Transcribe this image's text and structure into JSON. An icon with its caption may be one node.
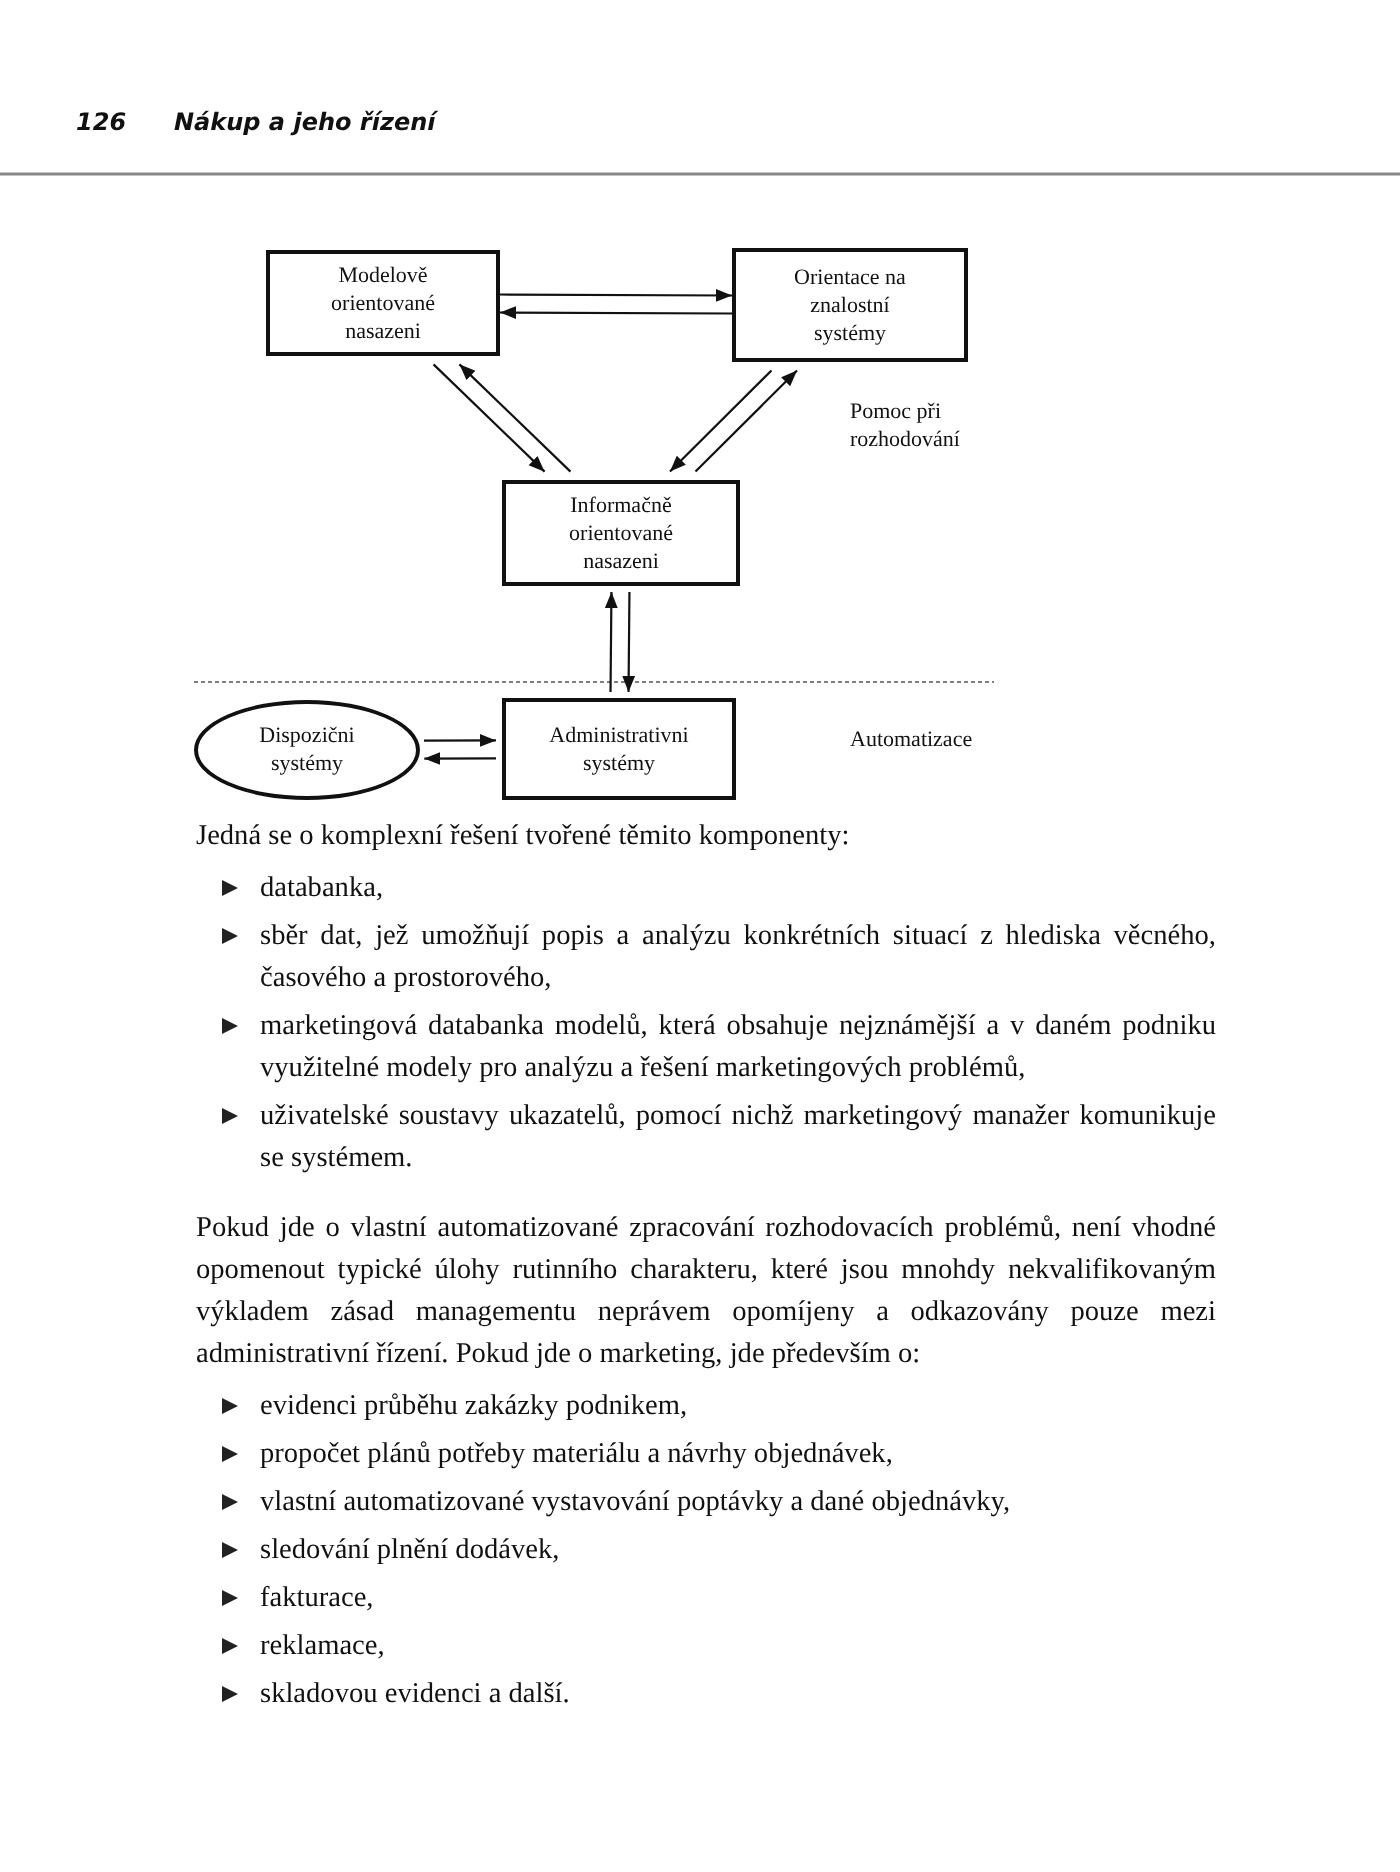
{
  "diagram": {
    "nodes": [
      {
        "text": [
          "Modelově orientované nasazeni"
        ]
      },
      {
        "text": [
          "Orientace na znalostní systémy"
        ]
      },
      {
        "text": [
          "Informačně orientované nasazeni"
        ]
      },
      {
        "text": [
          "Dispozični systémy"
        ]
      },
      {
        "text": [
          "Administrativni systémy"
        ]
      }
    ],
    "edges": [
      {
        "from": 0,
        "to": 1,
        "arrow": "to"
      },
      {
        "from": 1,
        "to": 0,
        "arrow": "to"
      },
      {
        "from": 0,
        "to": 2,
        "arrow": "to"
      },
      {
        "from": 2,
        "to": 0,
        "arrow": "to"
      },
      {
        "from": 1,
        "to": 2,
        "arrow": "to"
      },
      {
        "from": 2,
        "to": 1,
        "arrow": "to"
      },
      {
        "from": 2,
        "to": 4,
        "arrow": "to"
      },
      {
        "from": 4,
        "to": 2,
        "arrow": "to"
      },
      {
        "from": 3,
        "to": 4,
        "arrow": "to"
      },
      {
        "from": 4,
        "to": 3,
        "arrow": "to"
      }
    ],
    "labels": [
      "126",
      "Nákup a jeho řízení",
      "Pomoc při rozhodování",
      "Automatizace",
      "Jedná se o komplexní řešení tvořené těmito komponenty:",
      "databanka,",
      "sběr dat, jež umožňují popis a analýzu konkrétních situací z hlediska věcného, časového a prostorového,",
      "marketingová databanka modelů, která obsahuje nejznámější a v daném podniku využitelné modely pro analýzu a řešení marketingových problémů,",
      "uživatelské soustavy ukazatelů, pomocí nichž marketingový manažer komunikuje se systémem.",
      "Pokud jde o vlastní automatizované zpracování rozhodovacích problémů, není vhodné opomenout typické úlohy rutinního charakteru, které jsou mnohdy nekvalifikovaným výkladem zásad managementu neprávem opomíjeny a odkazovány pouze mezi administrativní řízení. Pokud jde o marketing, jde především o:",
      "evidenci průběhu zakázky podnikem,",
      "propočet plánů potřeby materiálu a návrhy objednávek,",
      "vlastní automatizované vystavování poptávky a dané objednávky,",
      "sledování plnění dodávek,",
      "fakturace,",
      "reklamace,",
      "skladovou evidenci a další."
    ]
  }
}
